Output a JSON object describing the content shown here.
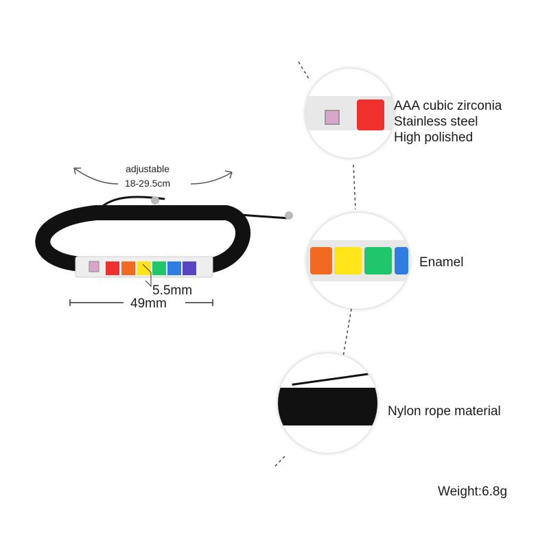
{
  "adjustable": {
    "title": "adjustable",
    "range": "18-29.5cm"
  },
  "dimensions": {
    "height": "5.5mm",
    "width": "49mm"
  },
  "callouts": {
    "top": [
      "AAA cubic zirconia",
      "Stainless steel",
      "High polished"
    ],
    "middle": "Enamel",
    "bottom": "Nylon rope material"
  },
  "weight": "Weight:6.8g",
  "colors": {
    "red": "#f0302c",
    "orange": "#f26a21",
    "yellow": "#ffe41a",
    "green": "#1fc66a",
    "blue": "#2f7de0",
    "purple": "#5a44c4",
    "rope": "#111111",
    "steel": "#e6e6e6",
    "gem": "#d9a6c9"
  }
}
